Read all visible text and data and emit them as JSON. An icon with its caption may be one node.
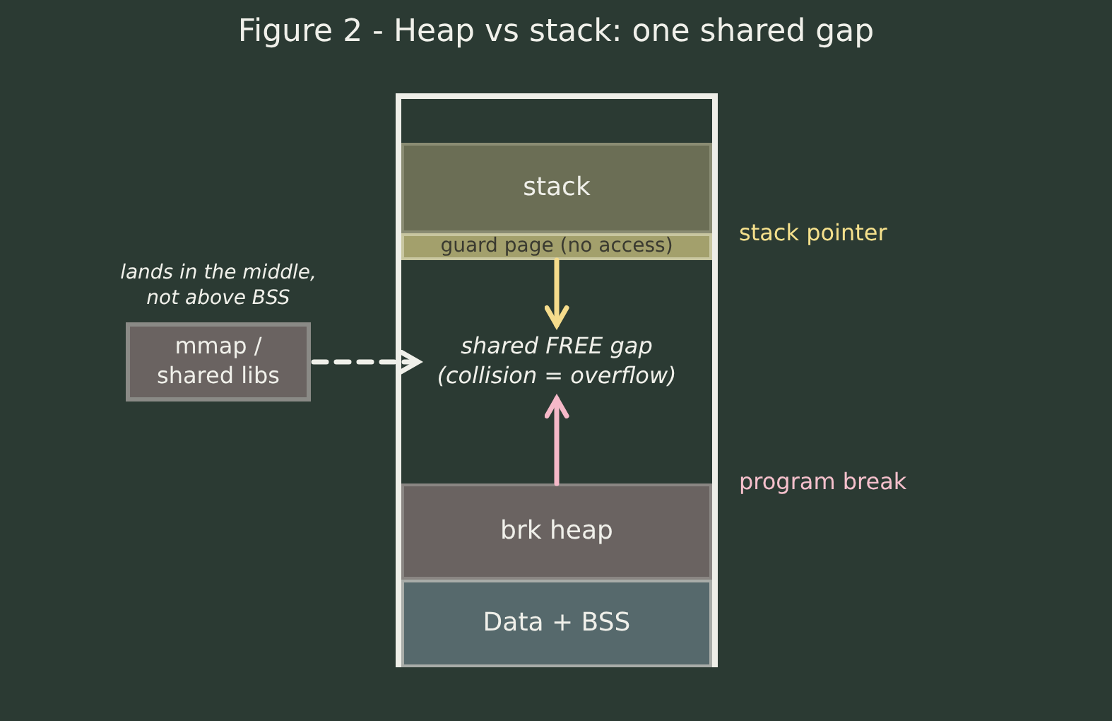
{
  "diagram": {
    "title": "Figure 2 - Heap vs stack: one shared gap",
    "nodes": [
      {
        "text": [],
        "shape": "box"
      },
      {
        "text": [
          "stack"
        ],
        "in": 0
      },
      {
        "text": [
          "guard page (no access)"
        ],
        "in": 0
      },
      {
        "text": [
          "shared FREE gap (collision = overflow)"
        ],
        "in": 0
      },
      {
        "text": [
          "brk heap"
        ],
        "in": 0
      },
      {
        "text": [
          "Data + BSS"
        ],
        "in": 0
      },
      {
        "text": [
          "mmap / shared libs"
        ],
        "beside": [
          "lands in the middle, not above BSS"
        ]
      }
    ],
    "edges": [
      {
        "from": 2,
        "to": 3,
        "arrow": "to",
        "color": "#f5dc8c"
      },
      {
        "from": 4,
        "to": 3,
        "arrow": "to",
        "color": "#f5b8c8"
      },
      {
        "from": 6,
        "to": 3,
        "arrow": "to",
        "style": "dashed",
        "color": "#f0f0ea"
      }
    ],
    "labels": [
      "stack pointer",
      "program break"
    ]
  }
}
